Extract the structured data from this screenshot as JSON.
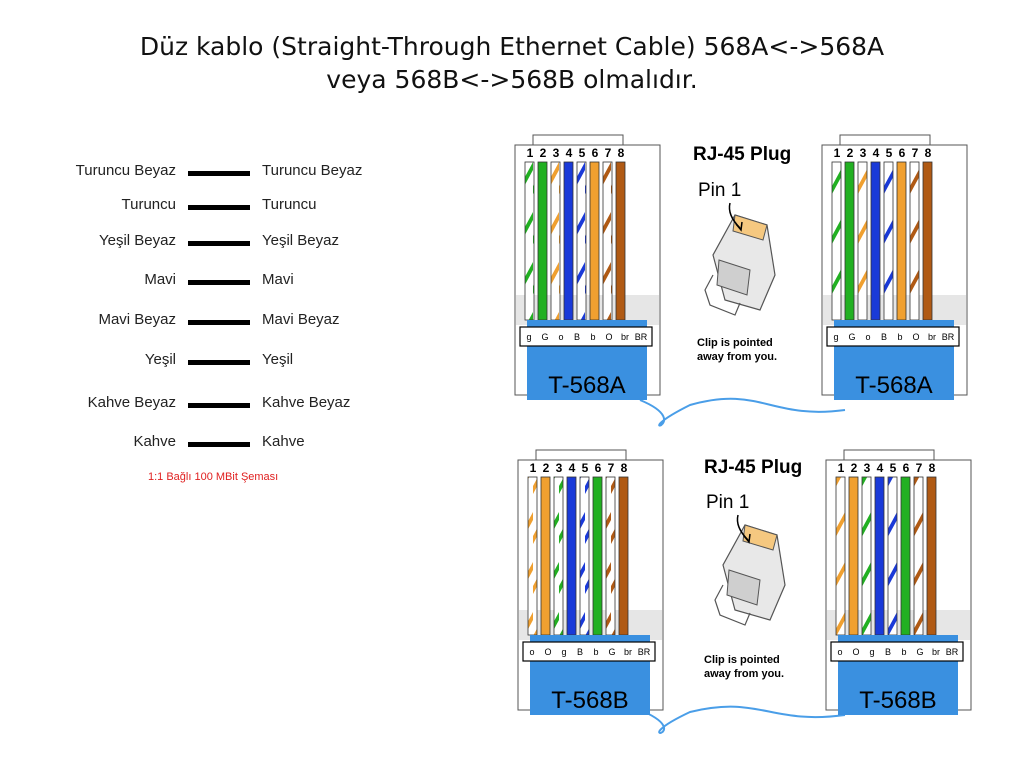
{
  "title": {
    "line1": "Düz kablo (Straight-Through Ethernet Cable) 568A<->568A",
    "line2": "veya 568B<->568B olmalıdır."
  },
  "legend": {
    "rows": [
      {
        "left": "Turuncu Beyaz",
        "right": "Turuncu Beyaz"
      },
      {
        "left": "Turuncu",
        "right": "Turuncu"
      },
      {
        "left": "Yeşil Beyaz",
        "right": "Yeşil Beyaz"
      },
      {
        "left": "Mavi",
        "right": "Mavi"
      },
      {
        "left": "Mavi Beyaz",
        "right": "Mavi Beyaz"
      },
      {
        "left": "Yeşil",
        "right": "Yeşil"
      },
      {
        "left": "Kahve Beyaz",
        "right": "Kahve Beyaz"
      },
      {
        "left": "Kahve",
        "right": "Kahve"
      }
    ],
    "caption": "1:1 Bağlı  100 MBit Şeması"
  },
  "pin_numbers": [
    "1",
    "2",
    "3",
    "4",
    "5",
    "6",
    "7",
    "8"
  ],
  "colors": {
    "orange": "#f0a030",
    "green": "#22b022",
    "blue": "#1a3ad8",
    "brown": "#b05a14",
    "plug_blue": "#3a90e0",
    "cable_blue": "#4a9ee8"
  },
  "standards": {
    "a": {
      "label": "T-568A",
      "codes": [
        "g",
        "G",
        "o",
        "B",
        "b",
        "O",
        "br",
        "BR"
      ],
      "wires": [
        {
          "color": "green",
          "striped": true
        },
        {
          "color": "green",
          "striped": false
        },
        {
          "color": "orange",
          "striped": true
        },
        {
          "color": "blue",
          "striped": false
        },
        {
          "color": "blue",
          "striped": true
        },
        {
          "color": "orange",
          "striped": false
        },
        {
          "color": "brown",
          "striped": true
        },
        {
          "color": "brown",
          "striped": false
        }
      ]
    },
    "b": {
      "label": "T-568B",
      "codes": [
        "o",
        "O",
        "g",
        "B",
        "b",
        "G",
        "br",
        "BR"
      ],
      "wires": [
        {
          "color": "orange",
          "striped": true
        },
        {
          "color": "orange",
          "striped": false
        },
        {
          "color": "green",
          "striped": true
        },
        {
          "color": "blue",
          "striped": false
        },
        {
          "color": "blue",
          "striped": true
        },
        {
          "color": "green",
          "striped": false
        },
        {
          "color": "brown",
          "striped": true
        },
        {
          "color": "brown",
          "striped": false
        }
      ]
    }
  },
  "plug_info": {
    "heading": "RJ-45 Plug",
    "pin_label": "Pin 1",
    "note_line1": "Clip is pointed",
    "note_line2": "away from you."
  }
}
